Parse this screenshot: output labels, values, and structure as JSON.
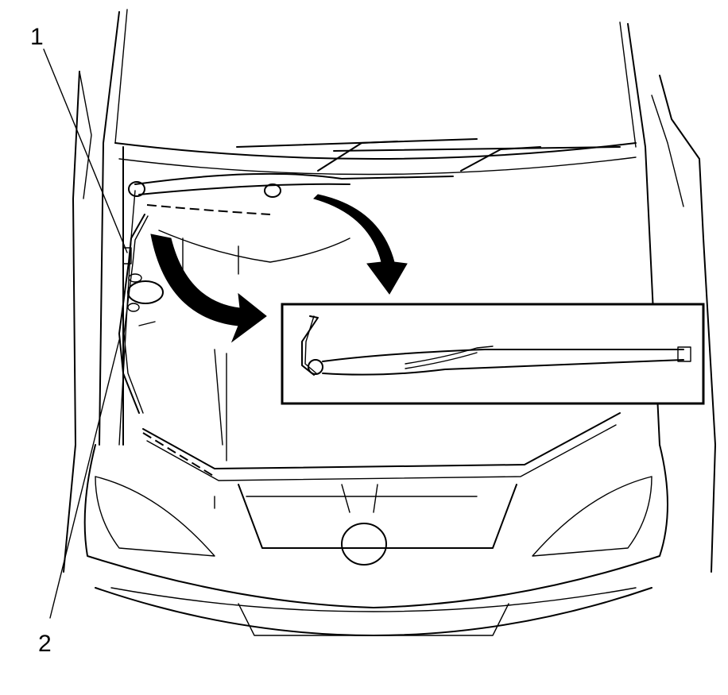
{
  "callouts": [
    {
      "id": "1",
      "label": "1"
    },
    {
      "id": "2",
      "label": "2"
    }
  ],
  "detail_view": {
    "shown": true
  },
  "colors": {
    "line": "#000000",
    "background": "#ffffff"
  }
}
